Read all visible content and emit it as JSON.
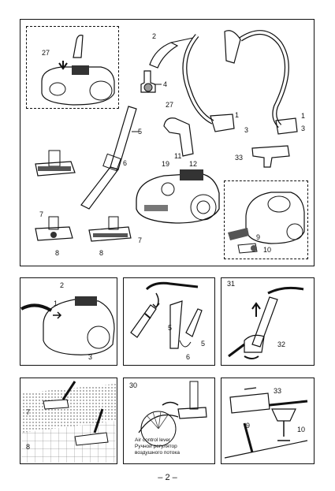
{
  "main_panel": {
    "callouts": {
      "c2": "2",
      "c27a": "27",
      "c4": "4",
      "c5": "5",
      "c6": "6",
      "c27b": "27",
      "c19": "19",
      "c11": "11",
      "c12": "12",
      "c1a": "1",
      "c3a": "3",
      "c1b": "1",
      "c3b": "3",
      "c33": "33",
      "c7a": "7",
      "c8a": "8",
      "c8b": "8",
      "c7b": "7",
      "c9": "9",
      "c10": "10"
    }
  },
  "panel_hose_connect": {
    "c2": "2",
    "c1": "1",
    "c3": "3"
  },
  "panel_tube_connect": {
    "c5a": "5",
    "c5b": "5",
    "c6": "6"
  },
  "panel_adjust": {
    "number": "31",
    "c32": "32"
  },
  "panel_floor": {
    "c7": "7",
    "c8": "8"
  },
  "panel_air_lever": {
    "number": "30",
    "caption_en": "Air control lever",
    "caption_ru_1": "Ручной регулятор",
    "caption_ru_2": "воздушного потока"
  },
  "panel_upholstery": {
    "c33": "33",
    "c9": "9",
    "c10": "10"
  },
  "page_number": "– 2 –"
}
